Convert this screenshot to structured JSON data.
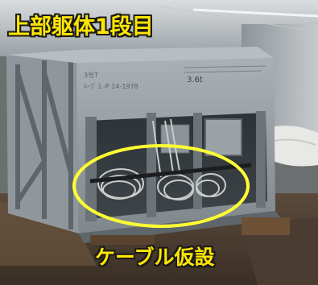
{
  "photo": {
    "caption_top": "上部躯体1段目",
    "caption_bottom": "ケーブル仮設",
    "weight_mark": "3.6t",
    "panel_notes": [
      "3号T",
      "ﾙｰﾌﾟ１-P 14-1978"
    ],
    "highlight_color": "#ffff33",
    "caption_color": "#ffe600"
  }
}
